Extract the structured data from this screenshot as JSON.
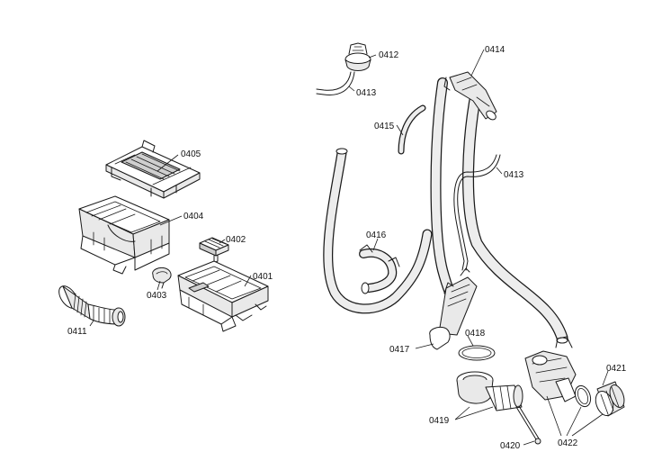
{
  "parts": [
    {
      "id": "p0401",
      "label": "0401"
    },
    {
      "id": "p0402",
      "label": "0402"
    },
    {
      "id": "p0403",
      "label": "0403"
    },
    {
      "id": "p0404",
      "label": "0404"
    },
    {
      "id": "p0405",
      "label": "0405"
    },
    {
      "id": "p0411",
      "label": "0411"
    },
    {
      "id": "p0412",
      "label": "0412"
    },
    {
      "id": "p0413a",
      "label": "0413"
    },
    {
      "id": "p0413b",
      "label": "0413"
    },
    {
      "id": "p0414",
      "label": "0414"
    },
    {
      "id": "p0415",
      "label": "0415"
    },
    {
      "id": "p0416",
      "label": "0416"
    },
    {
      "id": "p0417",
      "label": "0417"
    },
    {
      "id": "p0418",
      "label": "0418"
    },
    {
      "id": "p0419",
      "label": "0419"
    },
    {
      "id": "p0420",
      "label": "0420"
    },
    {
      "id": "p0421",
      "label": "0421"
    },
    {
      "id": "p0422",
      "label": "0422"
    }
  ]
}
